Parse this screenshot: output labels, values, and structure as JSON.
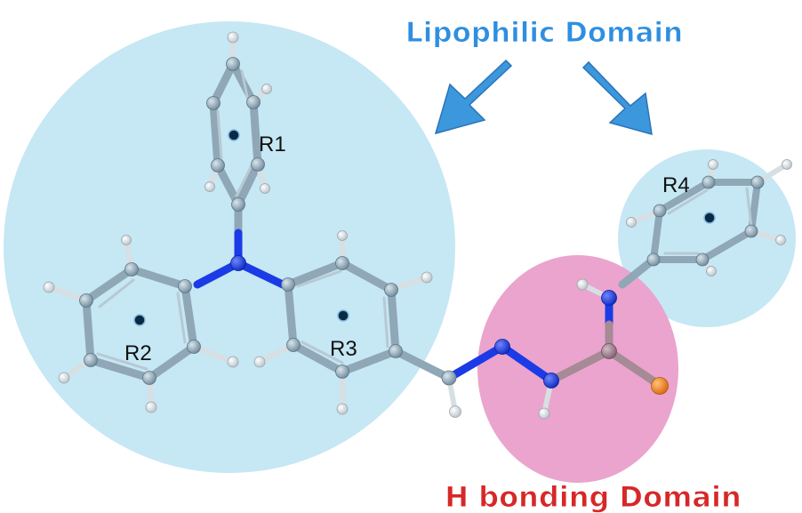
{
  "labels": {
    "lipophilic_domain": "Lipophilic Domain",
    "h_bonding_domain": "H bonding Domain",
    "rings": {
      "r1": "R1",
      "r2": "R2",
      "r3": "R3",
      "r4": "R4"
    }
  },
  "colors": {
    "lipophilic_region": "#c6e7f4",
    "h_bonding_region": "#eaa4cd",
    "lipophilic_text": "#2e8fe0",
    "h_bonding_text": "#d62828",
    "arrow": "#3c97dd",
    "carbon": "#8fa7b6",
    "nitrogen": "#1b3be6",
    "hydrogen": "#f2f2f2",
    "sulfur": "#f08a24",
    "thiocarbonyl_carbon": "#a68a96",
    "ring_center_marker": "#0a2a44"
  }
}
